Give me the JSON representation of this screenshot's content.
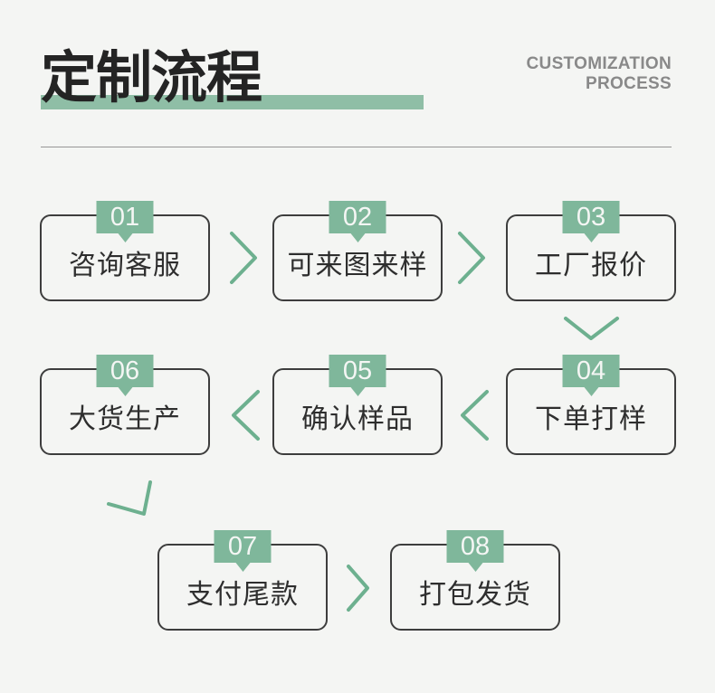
{
  "header": {
    "title": "定制流程",
    "subtitle_line1": "CUSTOMIZATION",
    "subtitle_line2": "PROCESS"
  },
  "steps": [
    {
      "number": "01",
      "label": "咨询客服"
    },
    {
      "number": "02",
      "label": "可来图来样"
    },
    {
      "number": "03",
      "label": "工厂报价"
    },
    {
      "number": "04",
      "label": "下单打样"
    },
    {
      "number": "05",
      "label": "确认样品"
    },
    {
      "number": "06",
      "label": "大货生产"
    },
    {
      "number": "07",
      "label": "支付尾款"
    },
    {
      "number": "08",
      "label": "打包发货"
    }
  ],
  "colors": {
    "accent_bar_green": "#8fbea6",
    "badge_green": "#7fb79b",
    "arrow_green": "#6db08f",
    "box_border": "#3d3d3d",
    "background": "#f4f5f3"
  }
}
